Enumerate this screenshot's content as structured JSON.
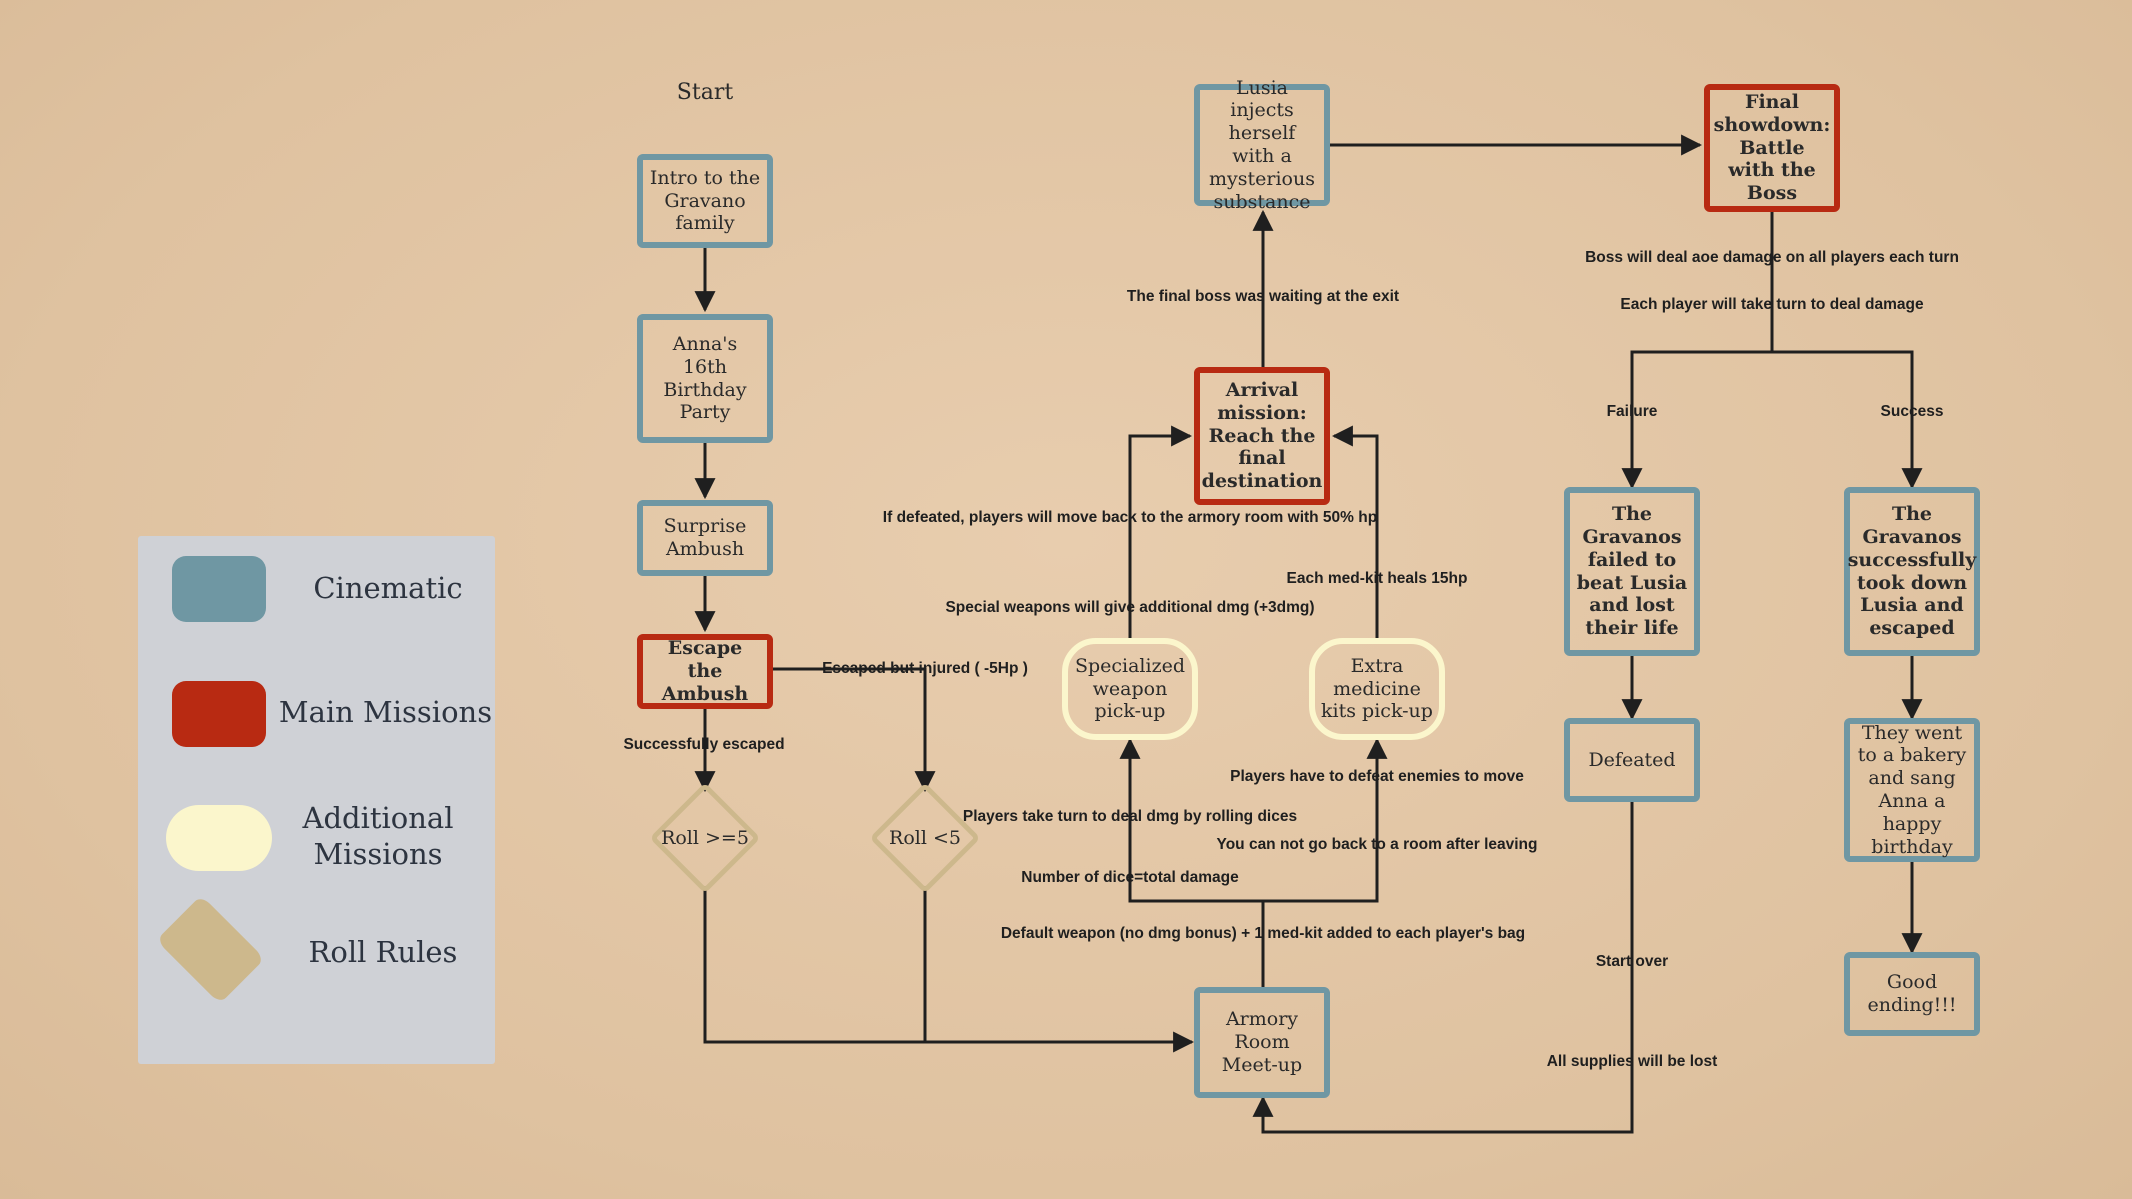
{
  "start_label": "Start",
  "nodes": {
    "intro": "Intro to the Gravano family",
    "birthday": "Anna's 16th Birthday Party",
    "ambush": "Surprise Ambush",
    "escape": "Escape the Ambush",
    "roll_high": "Roll >=5",
    "roll_low": "Roll <5",
    "armory": "Armory Room Meet-up",
    "weapon": "Specialized weapon pick-up",
    "medkit": "Extra medicine kits pick-up",
    "arrival": "Arrival mission: Reach the final destination",
    "lusia": "Lusia injects herself with a mysterious substance",
    "final": "Final showdown: Battle with the Boss",
    "failed": "The Gravanos failed to beat Lusia and lost their life",
    "defeated": "Defeated",
    "success": "The Gravanos successfully took down Lusia and escaped",
    "bakery": "They went to a bakery and sang Anna a happy birthday",
    "good_ending": "Good ending!!!"
  },
  "edge_labels": {
    "escaped_injured": "Escaped but injured ( -5Hp )",
    "successfully_escaped": "Successfully escaped",
    "take_turn_dice": "Players take turn to deal dmg by rolling dices",
    "number_of_dice": "Number of dice=total damage",
    "cannot_go_back": "You can not go back to a room after leaving",
    "defeat_enemies": "Players have to defeat enemies to move",
    "default_weapon": "Default weapon (no dmg bonus) + 1 med-kit added to each player's bag",
    "special_weapons": "Special weapons will give additional dmg (+3dmg)",
    "medkit_heals": "Each med-kit heals 15hp",
    "if_defeated": "If defeated, players will move back to the armory room with 50% hp",
    "boss_waiting": "The final boss was waiting at the exit",
    "boss_aoe": "Boss will deal aoe damage on all players each turn",
    "each_player": "Each player will take turn to deal damage",
    "failure": "Failure",
    "success": "Success",
    "start_over": "Start over",
    "supplies_lost": "All supplies will be lost"
  },
  "legend": {
    "cinematic": "Cinematic",
    "main_missions": "Main Missions",
    "additional_missions": "Additional Missions",
    "roll_rules": "Roll Rules"
  },
  "colors": {
    "cinematic": "#6f97a3",
    "main_mission": "#b82a12",
    "additional": "#fbf6cc",
    "roll": "#cdb88c",
    "background": "#e4c8a8",
    "legend_panel": "#cfd1d6",
    "edge": "#1f1f1f"
  }
}
